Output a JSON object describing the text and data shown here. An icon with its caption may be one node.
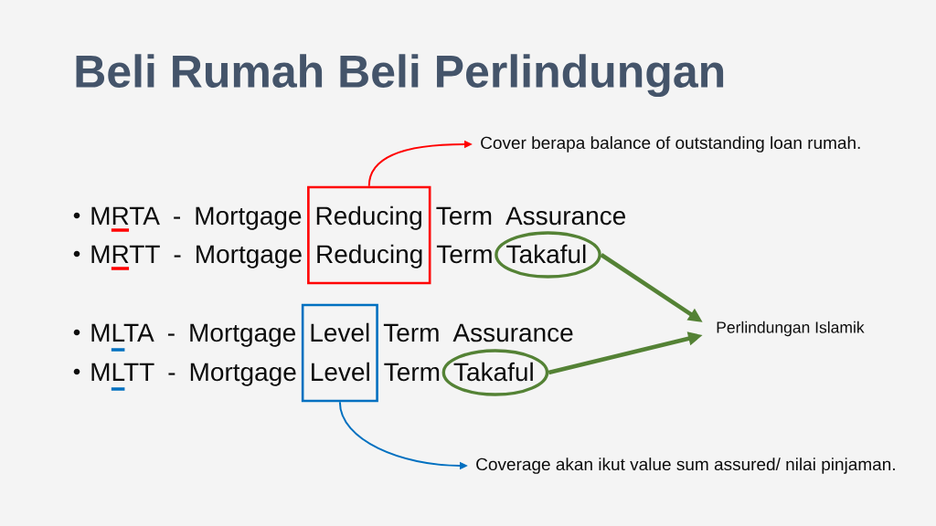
{
  "diagram": {
    "title": "Beli Rumah Beli Perlindungan",
    "nodes": [
      {
        "text": [],
        "shape": "box"
      },
      {
        "text": [
          "Cover berapa balance of outstanding loan rumah."
        ]
      },
      {
        "text": [],
        "shape": "ellipse"
      },
      {
        "text": [],
        "shape": "box"
      },
      {
        "text": [],
        "shape": "ellipse"
      },
      {
        "text": [
          "Perlindungan Islamik"
        ]
      },
      {
        "text": [
          "Coverage akan ikut value sum assured/ nilai pinjaman."
        ]
      }
    ],
    "edges": [
      {
        "from": 0,
        "to": 1,
        "arrow": "to",
        "color": "#ff0000"
      },
      {
        "from": 2,
        "to": 5,
        "arrow": "to",
        "style": "thick"
      },
      {
        "from": 4,
        "to": 5,
        "arrow": "to",
        "style": "thick"
      },
      {
        "from": 3,
        "to": 6,
        "arrow": "to",
        "color": "#0070c0"
      }
    ],
    "labels": [
      "MRTA - Mortgage Reducing Term Assurance",
      "MRTT - Mortgage Reducing Term Takaful",
      "MLTA - Mortgage Level Term Assurance",
      "MLTT - Mortgage Level Term Takaful"
    ]
  }
}
